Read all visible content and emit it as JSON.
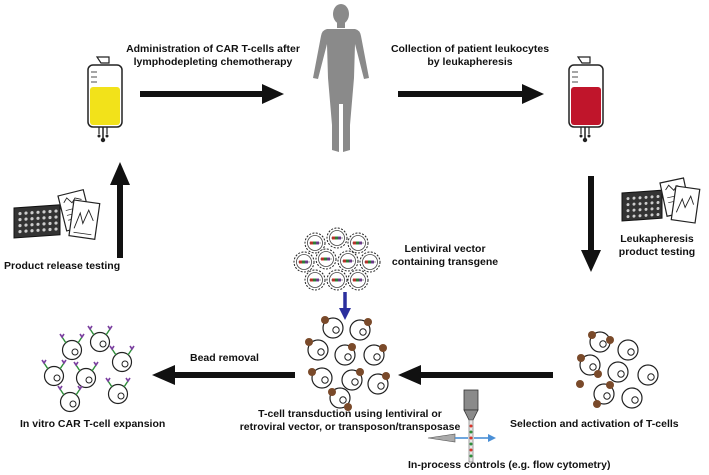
{
  "labels": {
    "administration": "Administration of CAR T-cells after\nlymphodepleting chemotherapy",
    "collection": "Collection of patient leukocytes\nby leukapheresis",
    "product_release": "Product release testing",
    "leukapheresis_testing": "Leukapheresis\nproduct testing",
    "lentiviral_vector": "Lentiviral vector\ncontaining transgene",
    "bead_removal": "Bead removal",
    "expansion": "In vitro CAR T-cell expansion",
    "transduction": "T-cell transduction using lentiviral or\nretroviral vector, or transposon/transposase",
    "selection": "Selection and activation of T-cells",
    "in_process": "In-process controls (e.g. flow cytometry)"
  },
  "colors": {
    "car_bag_fluid": "#f2e21a",
    "blood_bag_fluid": "#c0152b",
    "arrow": "#111111",
    "vector_arrow": "#2b2f9e",
    "bead": "#7a4a2a",
    "human_figure": "#8a8a8a"
  },
  "icons": [
    "iv-bag-icon",
    "human-figure-icon",
    "blood-bag-icon",
    "test-documents-icon",
    "lentivirus-icon",
    "t-cell-icon",
    "bead-icon",
    "car-receptor-icon",
    "flow-cytometer-icon"
  ]
}
